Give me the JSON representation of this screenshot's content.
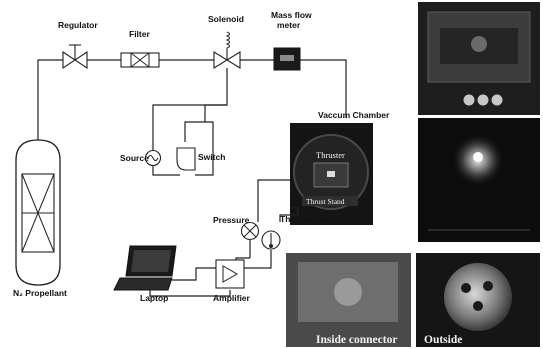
{
  "labels": {
    "regulator": "Regulator",
    "filter": "Filter",
    "solenoid": "Solenoid",
    "mass_flow_line1": "Mass flow",
    "mass_flow_line2": "meter",
    "vacuum_chamber": "Vaccum Chamber",
    "source": "Source",
    "switch": "Switch",
    "pressure": "Pressure",
    "thermocouple": "Thermocouple",
    "laptop": "Laptop",
    "amplifier": "Amplifier",
    "propellant": "N₂ Propellant"
  },
  "photo_captions": {
    "thruster": "Thruster",
    "thrust_stand": "Thrust Stand",
    "inside_connector": "Inside connector",
    "outside": "Outside"
  }
}
